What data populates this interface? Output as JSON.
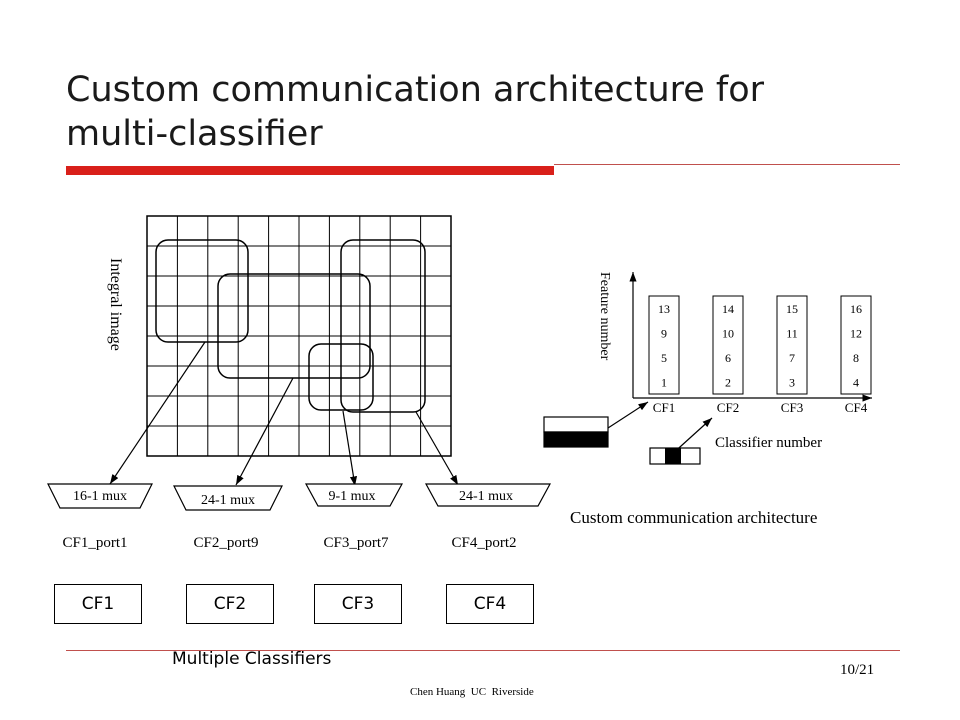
{
  "slide": {
    "title_line1": "Custom communication architecture for",
    "title_line2": "multi-classifier",
    "accent_color": "#d9201a",
    "rule_color": "#c0504d"
  },
  "left": {
    "integral_image_label": "Integral image",
    "muxes": [
      "16-1 mux",
      "24-1 mux",
      "9-1 mux",
      "24-1 mux"
    ],
    "ports": [
      "CF1_port1",
      "CF2_port9",
      "CF3_port7",
      "CF4_port2"
    ],
    "classifiers": [
      "CF1",
      "CF2",
      "CF3",
      "CF4"
    ],
    "caption": "Multiple Classifiers"
  },
  "right": {
    "y_axis_label": "Feature number",
    "x_axis_label": "Classifier number",
    "columns": [
      {
        "name": "CF1",
        "features": [
          "13",
          "9",
          "5",
          "1"
        ]
      },
      {
        "name": "CF2",
        "features": [
          "14",
          "10",
          "6",
          "2"
        ]
      },
      {
        "name": "CF3",
        "features": [
          "15",
          "11",
          "7",
          "3"
        ]
      },
      {
        "name": "CF4",
        "features": [
          "16",
          "12",
          "8",
          "4"
        ]
      }
    ],
    "caption": "Custom communication architecture"
  },
  "footer": {
    "author": "Chen Huang  UC  Riverside",
    "page": "10/21"
  }
}
